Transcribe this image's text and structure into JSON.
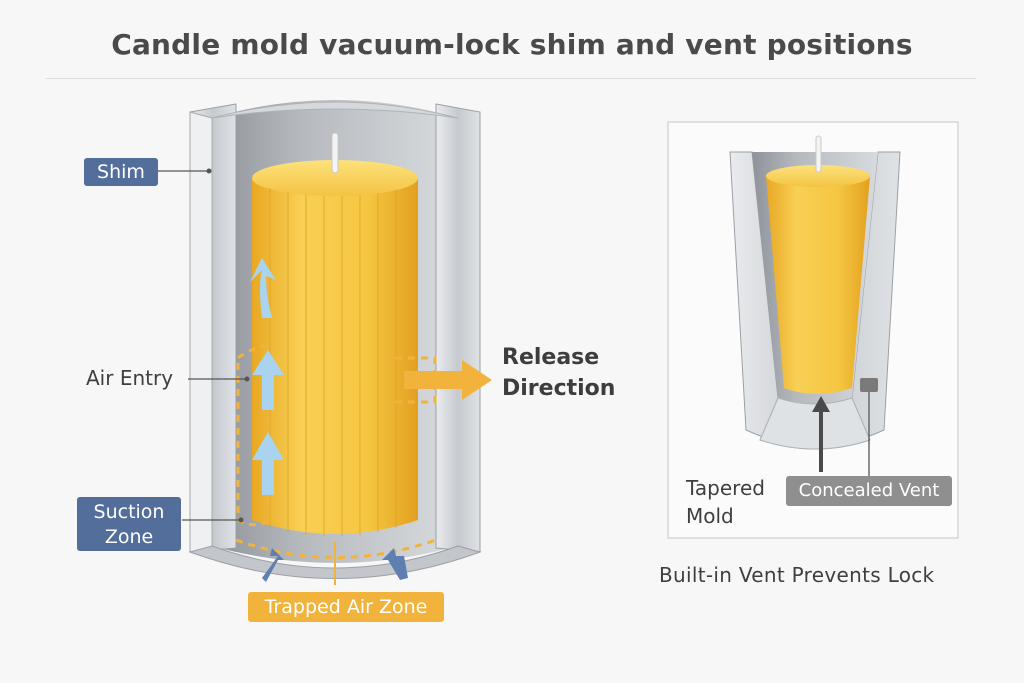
{
  "title": "Candle mold vacuum-lock shim and vent positions",
  "labels": {
    "shim": "Shim",
    "air_entry": "Air Entry",
    "suction_zone_line1": "Suction",
    "suction_zone_line2": "Zone",
    "trapped_air_zone": "Trapped Air Zone",
    "release_line1": "Release",
    "release_line2": "Direction",
    "tapered_mold_line1": "Tapered",
    "tapered_mold_line2": "Mold",
    "concealed_vent": "Concealed Vent",
    "inset_caption": "Built-in Vent Prevents Lock"
  },
  "colors": {
    "candle": "#f6c842",
    "candle_shadow": "#e6a923",
    "metal": "#c9cdd2",
    "metal_dark": "#9aa0a6",
    "air_arrow": "#a9d3ee",
    "orange": "#f2b33c",
    "blue_badge": "#536e9a",
    "gray_badge": "#8f8f8f"
  }
}
